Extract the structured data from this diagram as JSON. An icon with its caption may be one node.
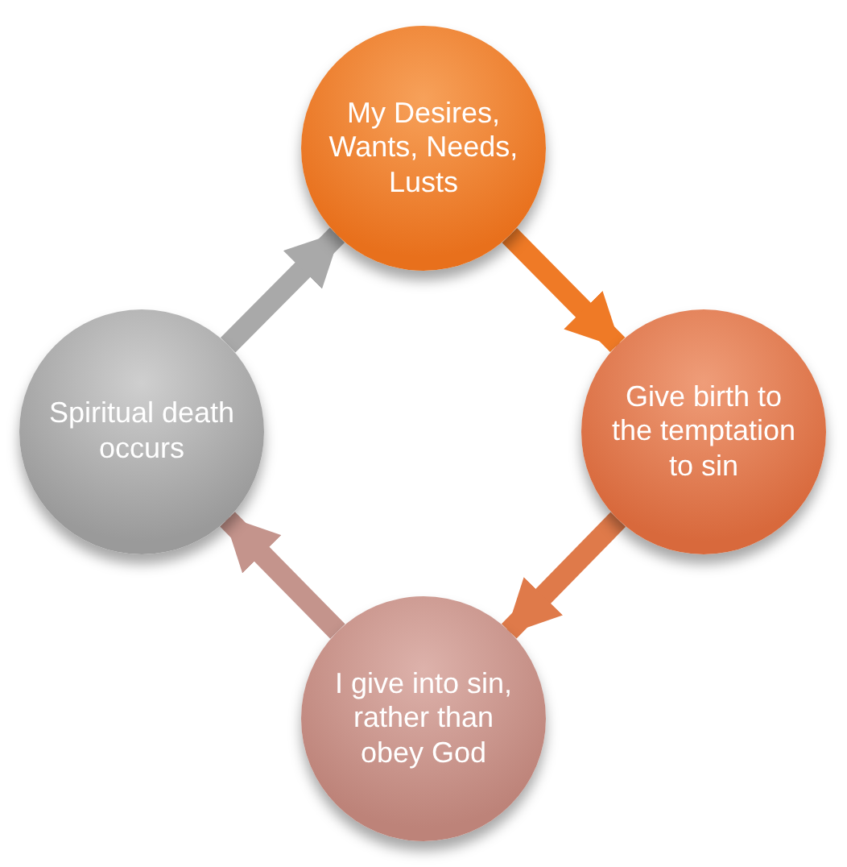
{
  "diagram": {
    "nodes": [
      {
        "text": [
          "My Desires, Wants, Needs, Lusts"
        ]
      },
      {
        "text": [
          "Give birth to the temptation to sin"
        ]
      },
      {
        "text": [
          "I give into sin, rather than obey God"
        ]
      },
      {
        "text": [
          "Spiritual death occurs"
        ]
      }
    ],
    "edges": [
      {
        "from": 0,
        "to": 1,
        "arrow": "to",
        "color": "#ef7a26"
      },
      {
        "from": 1,
        "to": 2,
        "arrow": "to",
        "color": "#df7a4a"
      },
      {
        "from": 2,
        "to": 3,
        "arrow": "to",
        "color": "#c4948c"
      },
      {
        "from": 3,
        "to": 0,
        "arrow": "to",
        "color": "#a9a9a9"
      }
    ]
  }
}
